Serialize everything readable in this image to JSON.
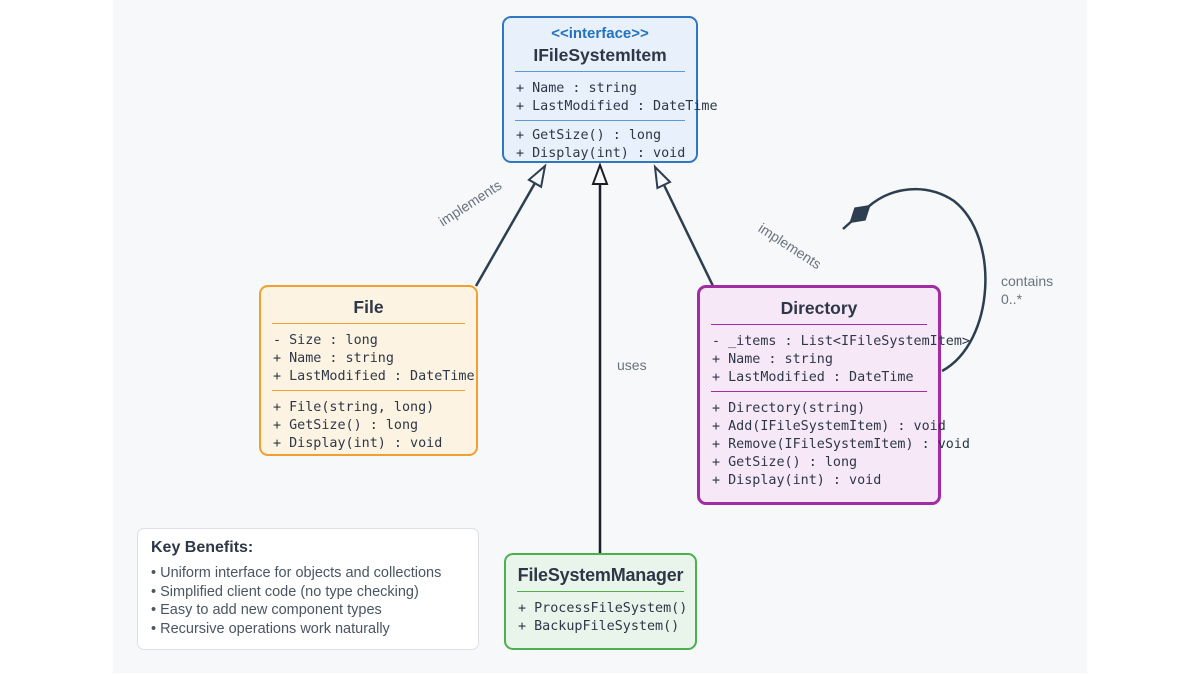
{
  "diagram": {
    "colors": {
      "canvas_bg": "#f6f8fa",
      "interface_border": "#3077c2",
      "interface_fill": "#e8f1fb",
      "file_border": "#f0a030",
      "file_fill": "#fdf3e2",
      "directory_border": "#a32ba3",
      "directory_fill": "#f7e8f7",
      "manager_border": "#4caf50",
      "manager_fill": "#e9f5ea",
      "edge_line": "#2c3e50",
      "uses_line": "#1c1f26",
      "label_text": "#6b7280",
      "member_text": "#2d3748"
    }
  },
  "classes": {
    "interface": {
      "stereotype": "<<interface>>",
      "name": "IFileSystemItem",
      "attributes": [
        "+ Name : string",
        "+ LastModified : DateTime"
      ],
      "methods": [
        "+ GetSize() : long",
        "+ Display(int) : void"
      ]
    },
    "file": {
      "name": "File",
      "attributes": [
        "- Size : long",
        "+ Name : string",
        "+ LastModified : DateTime"
      ],
      "methods": [
        "+ File(string, long)",
        "+ GetSize() : long",
        "+ Display(int) : void"
      ]
    },
    "directory": {
      "name": "Directory",
      "attributes": [
        "- _items : List<IFileSystemItem>",
        "+ Name : string",
        "+ LastModified : DateTime"
      ],
      "methods": [
        "+ Directory(string)",
        "+ Add(IFileSystemItem) : void",
        "+ Remove(IFileSystemItem) : void",
        "+ GetSize() : long",
        "+ Display(int) : void"
      ]
    },
    "manager": {
      "name": "FileSystemManager",
      "methods": [
        "+ ProcessFileSystem()",
        "+ BackupFileSystem()"
      ]
    }
  },
  "relationships": {
    "implements_left": "implements",
    "implements_right": "implements",
    "uses": "uses",
    "contains": "contains",
    "contains_multiplicity": "0..*"
  },
  "benefits": {
    "title": "Key Benefits:",
    "items": [
      "• Uniform interface for objects and collections",
      "• Simplified client code (no type checking)",
      "• Easy to add new component types",
      "• Recursive operations work naturally"
    ]
  }
}
